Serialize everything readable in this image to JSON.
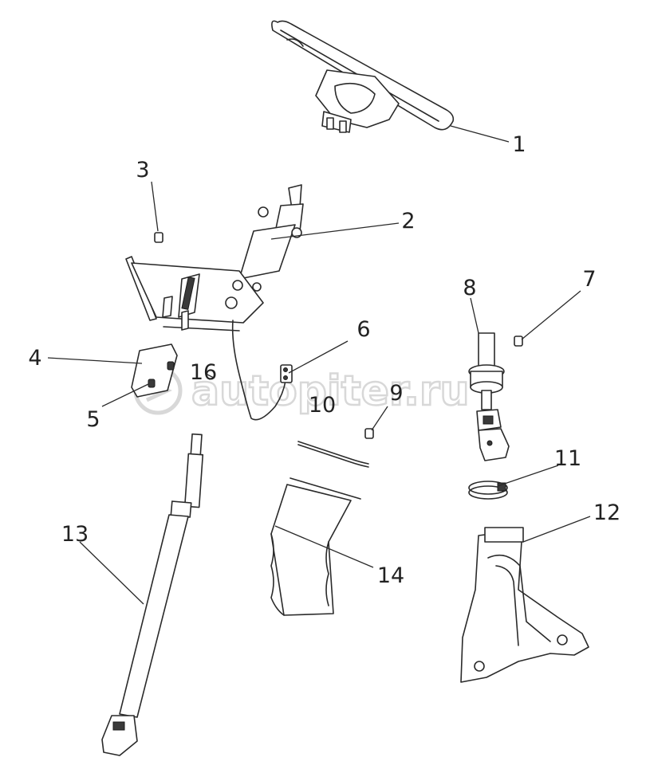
{
  "watermark": {
    "text": "autopiter.ru"
  },
  "callouts": [
    "1",
    "2",
    "3",
    "4",
    "5",
    "6",
    "7",
    "8",
    "9",
    "10",
    "11",
    "12",
    "13",
    "14",
    "16"
  ]
}
